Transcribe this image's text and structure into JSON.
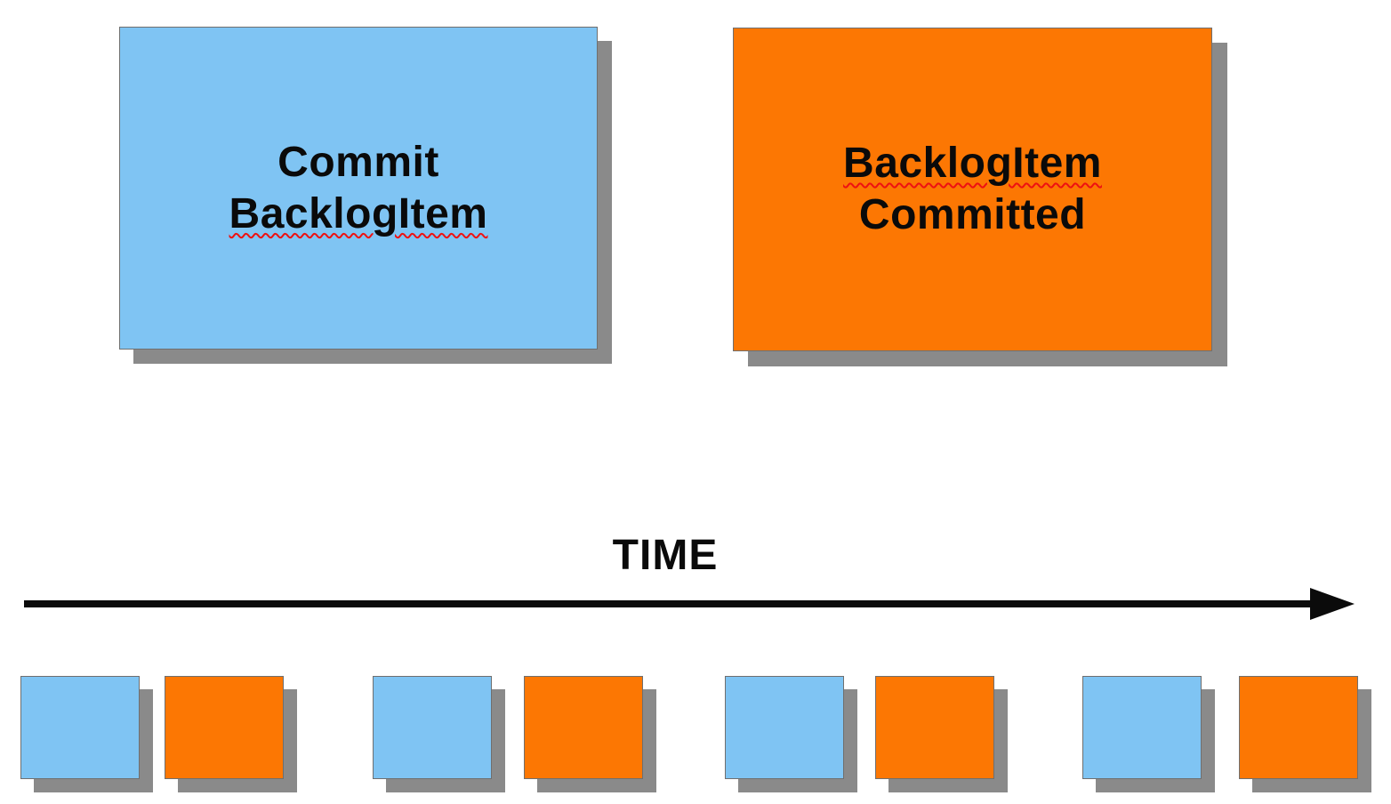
{
  "colors": {
    "command_blue": "#7FC4F3",
    "event_orange": "#FC7703",
    "shadow_gray": "#8A8A8A",
    "arrow_black": "#0b0b0b",
    "spellcheck_red": "#EE1111",
    "text_black": "#0a0a0a"
  },
  "boxes": {
    "command": {
      "line1": "Commit",
      "line2": "BacklogItem"
    },
    "event": {
      "line1": "BacklogItem",
      "line2": "Committed"
    }
  },
  "timeline": {
    "label": "TIME",
    "sequence": [
      {
        "type": "command"
      },
      {
        "type": "event"
      },
      {
        "type": "command"
      },
      {
        "type": "event"
      },
      {
        "type": "command"
      },
      {
        "type": "event"
      },
      {
        "type": "command"
      },
      {
        "type": "event"
      }
    ]
  }
}
